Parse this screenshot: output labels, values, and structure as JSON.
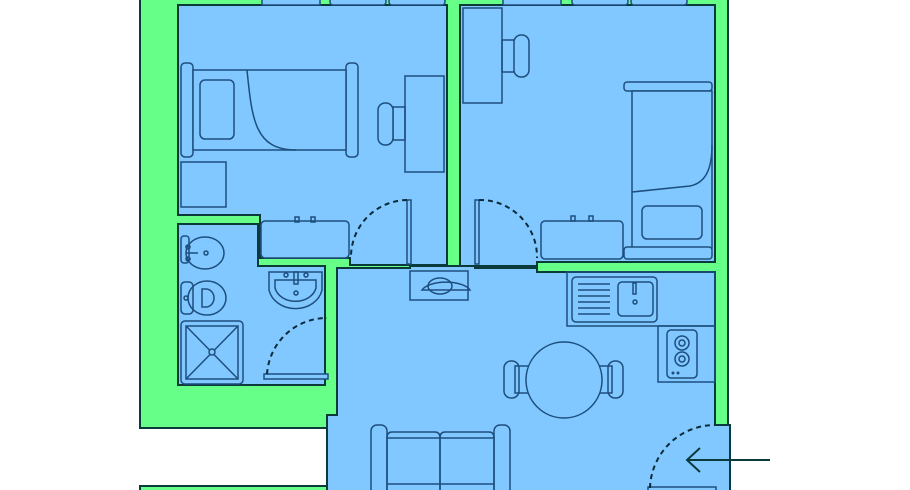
{
  "plan": {
    "colors": {
      "wall": "#66ff88",
      "floor": "#80c8ff",
      "line": "#1d4e7e",
      "outline": "#0b3a3a",
      "background": "#ffffff"
    },
    "rooms": [
      "bedroom-1",
      "bedroom-2",
      "bathroom",
      "living-kitchen"
    ],
    "entrance_icon": "arrow-left-icon"
  }
}
